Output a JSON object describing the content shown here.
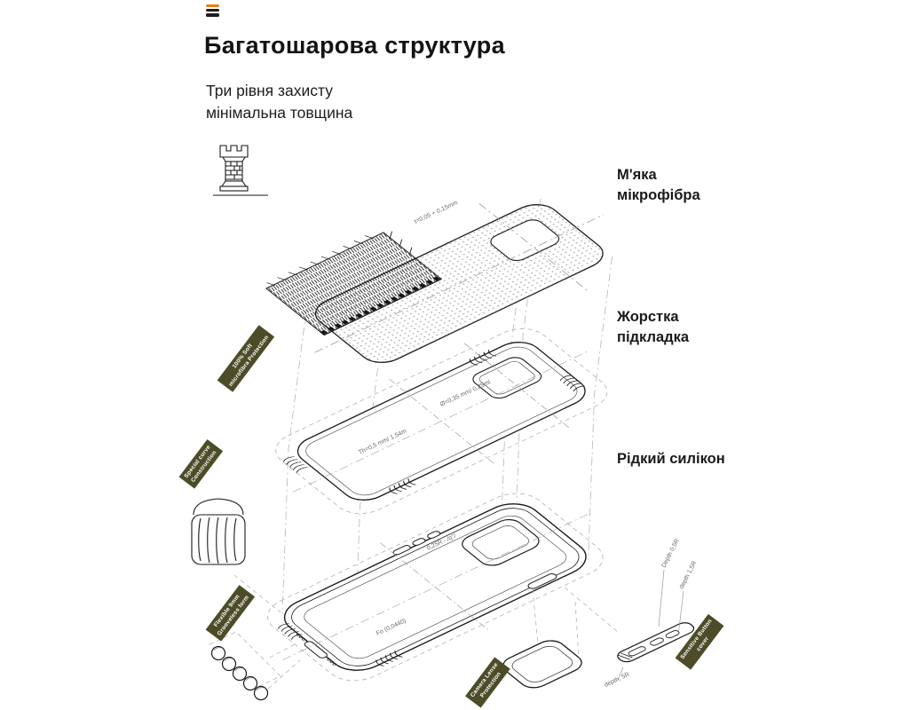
{
  "header": {
    "title": "Багатошарова структура",
    "subtitle_line1": "Три рівня захисту",
    "subtitle_line2": "мінімальна товщина"
  },
  "icons": {
    "logo": "menu-bars-logo",
    "castle": "castle-tower"
  },
  "layer_labels": [
    {
      "text": "М'яка мікрофібра"
    },
    {
      "text": "Жорстка підкладка"
    },
    {
      "text": "Рідкий силікон"
    }
  ],
  "annotations": {
    "sheet_thickness": "t=0,05 + 0,15mm",
    "backing_hole": "Ø=0,35 mm/ 0,25ml",
    "backing_thickness": "Th=0,5 mm/ 1,54m",
    "case_radius": "0,25R - /q°/",
    "case_bottom": "Fo (0,0440)",
    "button_depth_1": "Depth 0,5R",
    "button_depth_2": "depth 1,5R",
    "button_depth_3": "depth, 5R"
  },
  "badges": [
    {
      "lines": [
        "100% Soft",
        "microfibra Protection"
      ]
    },
    {
      "lines": [
        "Special curve",
        "Construction"
      ]
    },
    {
      "lines": [
        "Flexible 9mm",
        "Grooveless form"
      ]
    },
    {
      "lines": [
        "Camera Lense",
        "Protection"
      ]
    },
    {
      "lines": [
        "Sensitive Button",
        "cover"
      ]
    }
  ],
  "colors": {
    "accent_orange": "#e8820c",
    "ink": "#15151a",
    "outline": "#1a1a1a",
    "badge_bg": "#4c4c28",
    "guide": "#b5b5b5",
    "dim_text": "#6b6b6b"
  }
}
